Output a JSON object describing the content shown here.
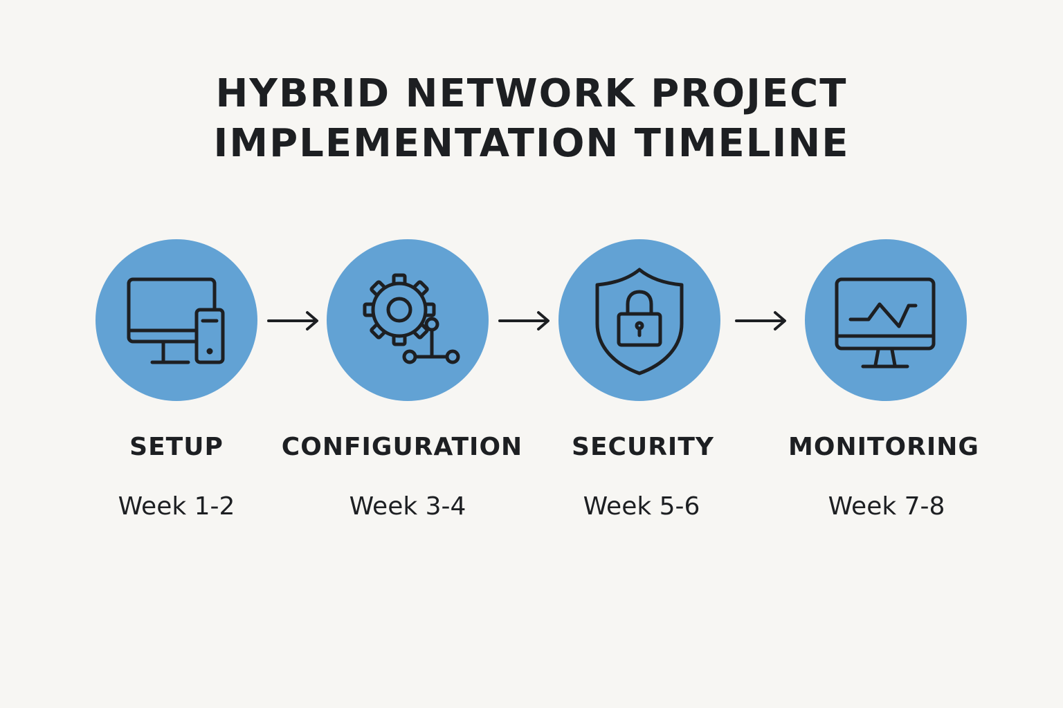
{
  "title": {
    "line1": "HYBRID NETWORK PROJECT",
    "line2": "IMPLEMENTATION TIMELINE"
  },
  "colors": {
    "background": "#f7f6f3",
    "circle": "#62a2d4",
    "ink": "#1d1f22"
  },
  "steps": [
    {
      "name": "SETUP",
      "weeks": "Week 1-2",
      "icon": "desktop-computer-icon"
    },
    {
      "name": "CONFIGURATION",
      "weeks": "Week 3-4",
      "icon": "gear-network-icon"
    },
    {
      "name": "SECURITY",
      "weeks": "Week 5-6",
      "icon": "shield-lock-icon"
    },
    {
      "name": "MONITORING",
      "weeks": "Week 7-8",
      "icon": "monitor-graph-icon"
    }
  ]
}
